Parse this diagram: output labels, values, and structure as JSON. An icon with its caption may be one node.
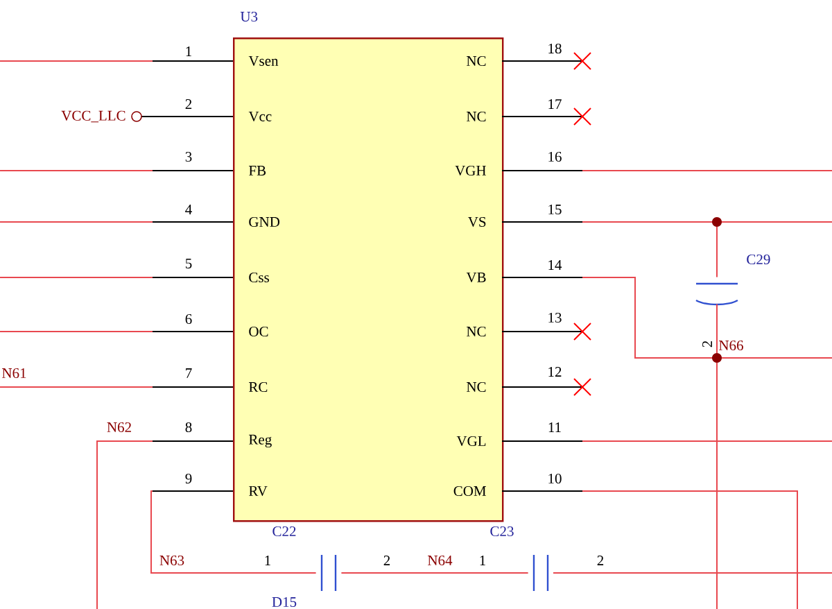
{
  "diagram": {
    "nodes": [
      {
        "text": [
          "U3",
          "Vsen",
          "Vcc",
          "FB",
          "GND",
          "Css",
          "OC",
          "RC",
          "Reg",
          "RV",
          "NC",
          "NC",
          "VGH",
          "VS",
          "VB",
          "NC",
          "NC",
          "VGL",
          "COM"
        ]
      },
      {
        "text": [
          "C22"
        ]
      },
      {
        "text": [
          "C23"
        ]
      },
      {
        "text": [
          "C29"
        ]
      }
    ],
    "edges": [
      {
        "from": 0,
        "to": 1,
        "arrow": "none"
      },
      {
        "from": 1,
        "to": 2,
        "arrow": "none"
      },
      {
        "from": 0,
        "to": 3,
        "arrow": "none"
      },
      {
        "from": 0,
        "to": 3,
        "arrow": "none"
      }
    ],
    "labels": [
      "1",
      "18",
      "VCC_LLC",
      "2",
      "17",
      "3",
      "16",
      "4",
      "15",
      "5",
      "14",
      "6",
      "13",
      "2",
      "N66",
      "N61",
      "7",
      "12",
      "N62",
      "8",
      "11",
      "9",
      "10",
      "N63",
      "1",
      "2",
      "N64",
      "1",
      "2",
      "D15"
    ]
  }
}
